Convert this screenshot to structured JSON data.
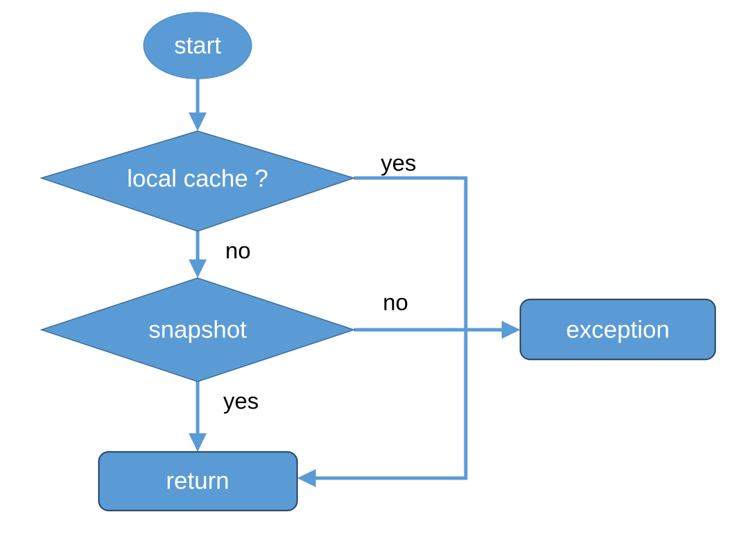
{
  "diagram": {
    "type": "flowchart",
    "title": "",
    "background_color": "#ffffff",
    "shape_fill_color": "#5B9BD5",
    "shape_text_color": "#ffffff",
    "connector_color": "#5B9BD5",
    "edge_label_color": "#000000",
    "nodes": [
      {
        "id": "start",
        "label": "start",
        "shape": "ellipse"
      },
      {
        "id": "localcache",
        "label": "local cache ?",
        "shape": "diamond"
      },
      {
        "id": "snapshot",
        "label": "snapshot",
        "shape": "diamond"
      },
      {
        "id": "exception",
        "label": "exception",
        "shape": "rounded-rectangle"
      },
      {
        "id": "return",
        "label": "return",
        "shape": "rounded-rectangle"
      }
    ],
    "edges": [
      {
        "from": "start",
        "to": "localcache",
        "label": ""
      },
      {
        "from": "localcache",
        "to": "return",
        "label": "yes"
      },
      {
        "from": "localcache",
        "to": "snapshot",
        "label": "no"
      },
      {
        "from": "snapshot",
        "to": "exception",
        "label": "no"
      },
      {
        "from": "snapshot",
        "to": "return",
        "label": "yes"
      }
    ],
    "edge_labels": {
      "cache_yes": "yes",
      "cache_no": "no",
      "snapshot_no": "no",
      "snapshot_yes": "yes"
    }
  }
}
